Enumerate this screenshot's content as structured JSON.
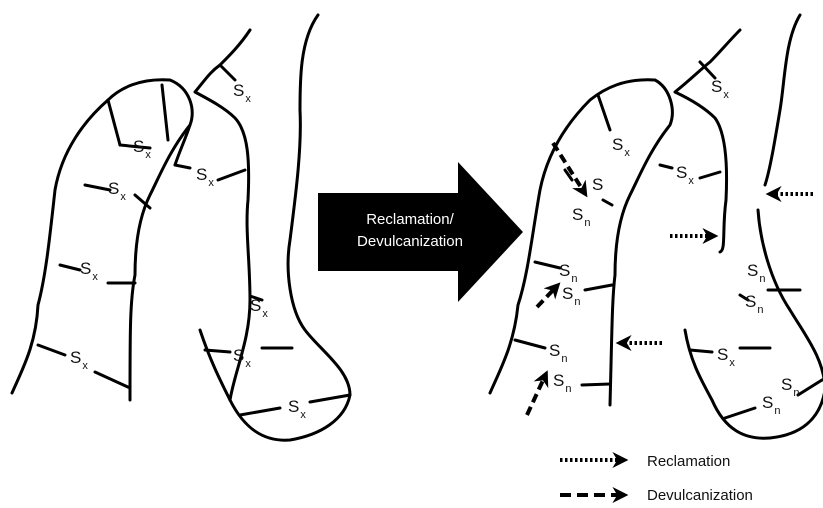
{
  "center_arrow": {
    "line1": "Reclamation/",
    "line2": "Devulcanization",
    "fill": "#000000",
    "text_color": "#ffffff"
  },
  "left_crosslinks": [
    {
      "base": "S",
      "sub": "x"
    },
    {
      "base": "S",
      "sub": "x"
    },
    {
      "base": "S",
      "sub": "x"
    },
    {
      "base": "S",
      "sub": "x"
    },
    {
      "base": "S",
      "sub": "x"
    },
    {
      "base": "S",
      "sub": "x"
    },
    {
      "base": "S",
      "sub": "x"
    },
    {
      "base": "S",
      "sub": "x"
    },
    {
      "base": "S",
      "sub": "x"
    }
  ],
  "right_crosslinks": [
    {
      "base": "S",
      "sub": "x"
    },
    {
      "base": "S",
      "sub": "x"
    },
    {
      "base": "S",
      "sub": "x"
    },
    {
      "base": "S",
      "sub": "x"
    },
    {
      "base": "S",
      "sub": "n"
    },
    {
      "base": "S",
      "sub": "n"
    },
    {
      "base": "S",
      "sub": "n"
    },
    {
      "base": "S",
      "sub": "n"
    },
    {
      "base": "S",
      "sub": "n"
    },
    {
      "base": "S",
      "sub": "n"
    },
    {
      "base": "S",
      "sub": "n"
    },
    {
      "base": "S",
      "sub": "n"
    },
    {
      "base": "S",
      "sub": "n"
    },
    {
      "base": "S",
      "sub": ""
    }
  ],
  "legend": [
    {
      "label": "Reclamation",
      "style": "dotted-arrow"
    },
    {
      "label": "Devulcanization",
      "style": "dashed-arrow"
    }
  ]
}
